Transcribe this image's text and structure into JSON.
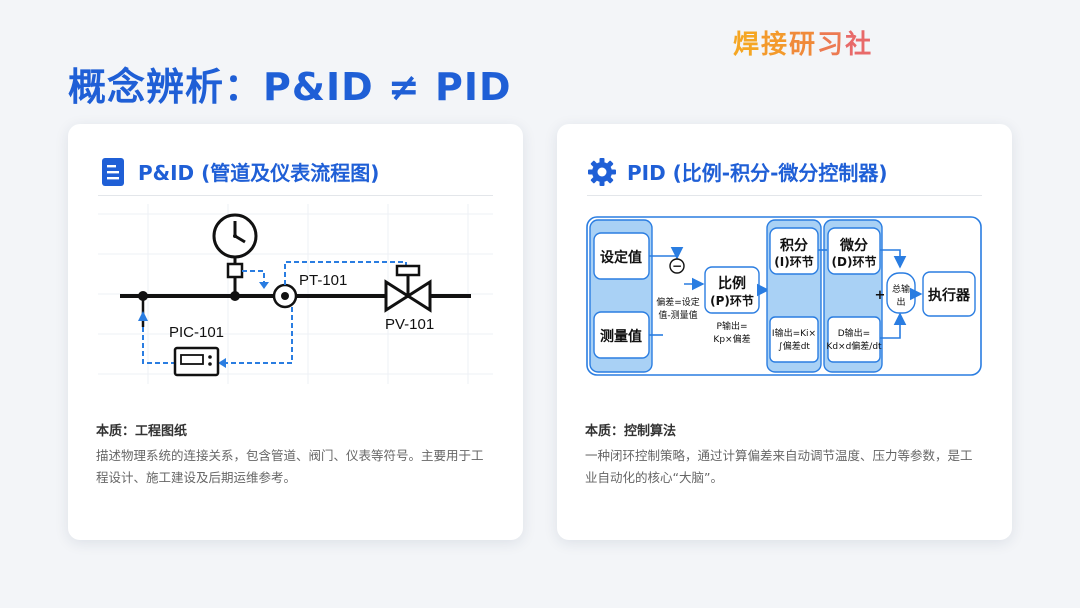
{
  "page": {
    "title": "概念辨析：P&ID ≠ PID",
    "brand_chars": [
      "焊",
      "接",
      "研",
      "习",
      "社"
    ]
  },
  "colors": {
    "accent": "#1f5fd6",
    "flow_blue": "#2a7de1",
    "box_fill": "#a9d1f5"
  },
  "pid_card": {
    "icon": "document-icon",
    "title": "P&ID (管道及仪表流程图)",
    "labels": {
      "pt": "PT-101",
      "pic": "PIC-101",
      "pv": "PV-101"
    },
    "essence": "本质：工程图纸",
    "description": "描述物理系统的连接关系，包含管道、阀门、仪表等符号。主要用于工程设计、施工建设及后期运维参考。"
  },
  "controller_card": {
    "icon": "gear-icon",
    "title": "PID (比例-积分-微分控制器)",
    "diagram": {
      "setpoint": "设定值",
      "measured": "测量值",
      "sum_sign": "−",
      "error_line1": "偏差=设定",
      "error_line2": "值-测量值",
      "p_title_1": "比例",
      "p_title_2": "(P)环节",
      "p_formula_1": "P输出=",
      "p_formula_2": "Kp×偏差",
      "i_title_1": "积分",
      "i_title_2": "(I)环节",
      "i_formula_1": "I输出=Ki×",
      "i_formula_2": "∫偏差dt",
      "d_title_1": "微分",
      "d_title_2": "(D)环节",
      "d_formula_1": "D输出=",
      "d_formula_2": "Kd×d偏差/dt",
      "plus_sign": "+",
      "total_1": "总输",
      "total_2": "出",
      "actuator": "执行器"
    },
    "essence": "本质：控制算法",
    "description": "一种闭环控制策略，通过计算偏差来自动调节温度、压力等参数，是工业自动化的核心“大脑”。"
  }
}
